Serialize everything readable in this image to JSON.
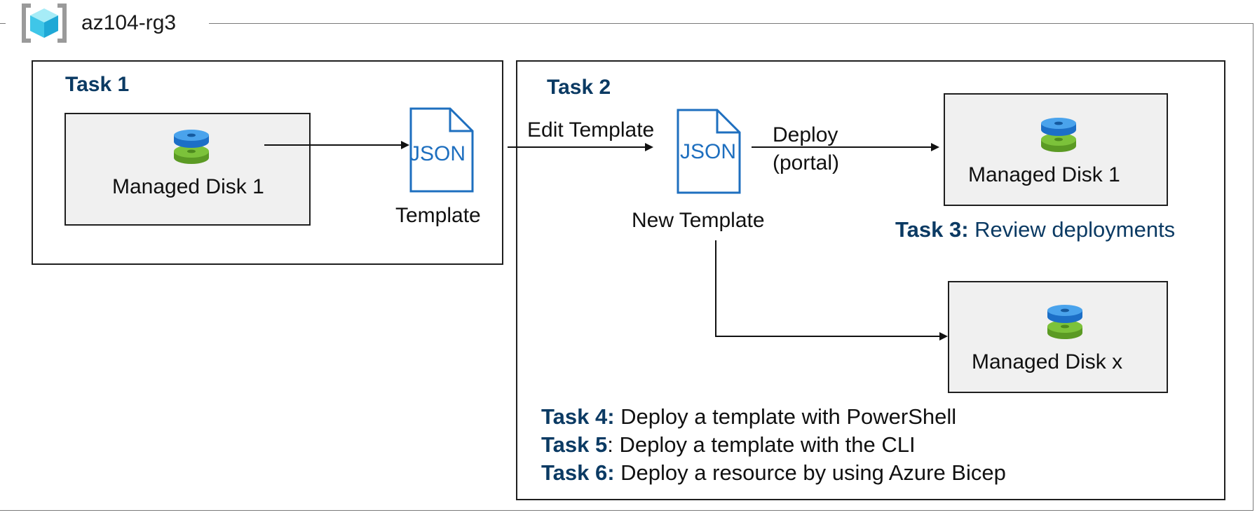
{
  "resource_group": {
    "name": "az104-rg3",
    "icon": "resource-group-icon"
  },
  "task1": {
    "title": "Task 1",
    "disk_label": "Managed Disk 1",
    "json_text": "JSON",
    "template_label": "Template"
  },
  "task2": {
    "title": "Task 2",
    "edit_label": "Edit Template",
    "json_text": "JSON",
    "new_template_label": "New Template",
    "deploy_label_line1": "Deploy",
    "deploy_label_line2": "(portal)",
    "disk1_label": "Managed Disk 1",
    "diskx_label": "Managed Disk x"
  },
  "task3": {
    "prefix": "Task 3:",
    "text": " Review deployments"
  },
  "task4": {
    "prefix": "Task 4:",
    "text": " Deploy a template with PowerShell"
  },
  "task5": {
    "prefix": "Task 5",
    "text": ": Deploy a template with the CLI"
  },
  "task6": {
    "prefix": "Task 6:",
    "text": " Deploy a resource by using Azure Bicep"
  },
  "colors": {
    "title_blue": "#0b3a63",
    "json_blue": "#1e6fbf",
    "disk_blue": "#2e86de",
    "disk_green": "#6aaa2a",
    "panel_gray": "#f0f0f0"
  }
}
